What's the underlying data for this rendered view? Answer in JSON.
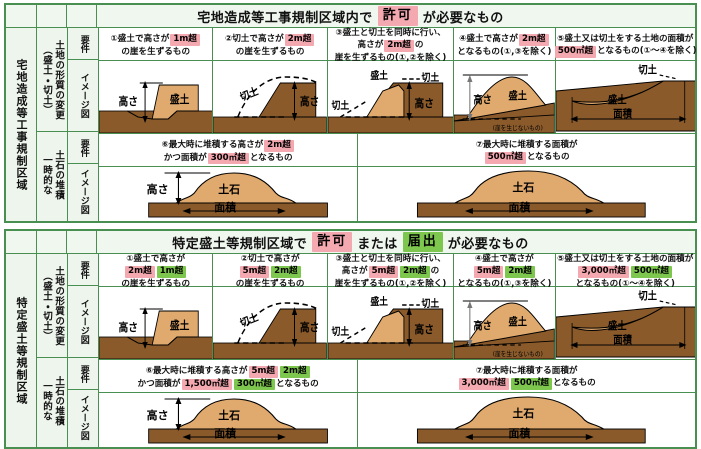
{
  "sections": [
    {
      "id": "takuchi",
      "banner": {
        "pre": "宅地造成等工事規制区域内で",
        "badge": "許可",
        "badge_color": "#f4a8b0",
        "post": "が必要なもの"
      },
      "area_label": "宅地造成等工事規制区域",
      "kind_labels": {
        "form_change": "土地の形質の変更（盛土・切土）",
        "form_change_main": "土地の形質の変更",
        "form_change_sub": "（盛土・切土）",
        "temporary": "一時的な土石の堆積",
        "temporary_main": "一時的な",
        "temporary_sub": "土石の堆積"
      },
      "row_labels": {
        "requirement": "要件",
        "image": "イメージ図"
      },
      "conditions": [
        {
          "no": "①",
          "lines": [
            [
              {
                "t": "①盛土で高さが",
                "k": "plain"
              },
              {
                "t": "1m超",
                "k": "pink"
              }
            ],
            [
              {
                "t": "の崖を生ずるもの",
                "k": "plain"
              }
            ]
          ],
          "figure": "embankment-height"
        },
        {
          "no": "②",
          "lines": [
            [
              {
                "t": "②切土で高さが",
                "k": "plain"
              },
              {
                "t": "2m超",
                "k": "pink"
              }
            ],
            [
              {
                "t": "の崖を生ずるもの",
                "k": "plain"
              }
            ]
          ],
          "figure": "cut-height"
        },
        {
          "no": "③",
          "lines": [
            [
              {
                "t": "③盛土と切土を同時に行い、",
                "k": "plain"
              }
            ],
            [
              {
                "t": "高さが",
                "k": "plain"
              },
              {
                "t": "2m超",
                "k": "pink"
              },
              {
                "t": "の",
                "k": "plain"
              }
            ],
            [
              {
                "t": "崖を生ずるもの(①,②を除く)",
                "k": "plain"
              }
            ]
          ],
          "figure": "combined-height"
        },
        {
          "no": "④",
          "lines": [
            [
              {
                "t": "④盛土で高さが",
                "k": "plain"
              },
              {
                "t": "2m超",
                "k": "pink"
              }
            ],
            [
              {
                "t": "となるもの(①,③を除く)",
                "k": "plain"
              }
            ]
          ],
          "figure": "embankment-nocliff"
        },
        {
          "no": "⑤",
          "lines": [
            [
              {
                "t": "⑤盛土又は切土をする土地の面積が",
                "k": "plain"
              }
            ],
            [
              {
                "t": "500㎡超",
                "k": "pink"
              },
              {
                "t": "となるもの(①～④を除く)",
                "k": "plain"
              }
            ]
          ],
          "figure": "area-plan"
        }
      ],
      "temporary_conditions": [
        {
          "no": "⑥",
          "lines": [
            [
              {
                "t": "⑥最大時に堆積する高さが",
                "k": "plain"
              },
              {
                "t": "2m超",
                "k": "pink"
              }
            ],
            [
              {
                "t": "かつ面積が",
                "k": "plain"
              },
              {
                "t": "300㎡超",
                "k": "pink"
              },
              {
                "t": "となるもの",
                "k": "plain"
              }
            ]
          ],
          "figure": "pile-height-area"
        },
        {
          "no": "⑦",
          "lines": [
            [
              {
                "t": "⑦最大時に堆積する面積が",
                "k": "plain"
              }
            ],
            [
              {
                "t": "500㎡超",
                "k": "pink"
              },
              {
                "t": "となるもの",
                "k": "plain"
              }
            ]
          ],
          "figure": "pile-area"
        }
      ]
    },
    {
      "id": "tokutei",
      "banner": {
        "pre": "特定盛土等規制区域で",
        "badge": "許可",
        "badge_color": "#f4a8b0",
        "mid": "または",
        "badge2": "届出",
        "badge2_color": "#7ec74f",
        "post": "が必要なもの"
      },
      "area_label": "特定盛土等規制区域",
      "kind_labels": {
        "form_change_main": "土地の形質の変更",
        "form_change_sub": "（盛土・切土）",
        "temporary_main": "一時的な",
        "temporary_sub": "土石の堆積"
      },
      "row_labels": {
        "requirement": "要件",
        "image": "イメージ図"
      },
      "conditions": [
        {
          "no": "①",
          "lines": [
            [
              {
                "t": "①盛土で高さが",
                "k": "plain"
              }
            ],
            [
              {
                "t": "2m超",
                "k": "pink"
              },
              {
                "t": "1m超",
                "k": "green"
              }
            ],
            [
              {
                "t": "の崖を生ずるもの",
                "k": "plain"
              }
            ]
          ],
          "figure": "embankment-height"
        },
        {
          "no": "②",
          "lines": [
            [
              {
                "t": "②切土で高さが",
                "k": "plain"
              }
            ],
            [
              {
                "t": "5m超",
                "k": "pink"
              },
              {
                "t": "2m超",
                "k": "green"
              }
            ],
            [
              {
                "t": "の崖を生ずるもの",
                "k": "plain"
              }
            ]
          ],
          "figure": "cut-height"
        },
        {
          "no": "③",
          "lines": [
            [
              {
                "t": "③盛土と切土を同時に行い、",
                "k": "plain"
              }
            ],
            [
              {
                "t": "高さが",
                "k": "plain"
              },
              {
                "t": "5m超",
                "k": "pink"
              },
              {
                "t": "2m超",
                "k": "green"
              },
              {
                "t": "の",
                "k": "plain"
              }
            ],
            [
              {
                "t": "崖を生ずるもの(①,②を除く)",
                "k": "plain"
              }
            ]
          ],
          "figure": "combined-height"
        },
        {
          "no": "④",
          "lines": [
            [
              {
                "t": "④盛土で高さが",
                "k": "plain"
              }
            ],
            [
              {
                "t": "5m超",
                "k": "pink"
              },
              {
                "t": "2m超",
                "k": "green"
              }
            ],
            [
              {
                "t": "となるもの(①,③を除く)",
                "k": "plain"
              }
            ]
          ],
          "figure": "embankment-nocliff"
        },
        {
          "no": "⑤",
          "lines": [
            [
              {
                "t": "⑤盛土又は切土をする土地の面積が",
                "k": "plain"
              }
            ],
            [
              {
                "t": "3,000㎡超",
                "k": "pink"
              },
              {
                "t": "500㎡超",
                "k": "green"
              }
            ],
            [
              {
                "t": "となるもの(①～④を除く)",
                "k": "plain"
              }
            ]
          ],
          "figure": "area-plan"
        }
      ],
      "temporary_conditions": [
        {
          "no": "⑥",
          "lines": [
            [
              {
                "t": "⑥最大時に堆積する高さが",
                "k": "plain"
              },
              {
                "t": "5m超",
                "k": "pink"
              },
              {
                "t": "2m超",
                "k": "green"
              }
            ],
            [
              {
                "t": "かつ面積が",
                "k": "plain"
              },
              {
                "t": "1,500㎡超",
                "k": "pink"
              },
              {
                "t": "300㎡超",
                "k": "green"
              },
              {
                "t": "となるもの",
                "k": "plain"
              }
            ]
          ],
          "figure": "pile-height-area"
        },
        {
          "no": "⑦",
          "lines": [
            [
              {
                "t": "⑦最大時に堆積する面積が",
                "k": "plain"
              }
            ],
            [
              {
                "t": "3,000㎡超",
                "k": "pink"
              },
              {
                "t": "500㎡超",
                "k": "green"
              },
              {
                "t": "となるもの",
                "k": "plain"
              }
            ]
          ],
          "figure": "pile-area"
        }
      ]
    }
  ],
  "figure_labels": {
    "height": "高さ",
    "fill": "盛土",
    "cut": "切土",
    "area": "面積",
    "soil_rock": "土石",
    "no_cliff": "(崖を生じないもの)"
  },
  "colors": {
    "border_green": "#4a8f52",
    "banner_bg": "#f0f7ef",
    "label_bg": "#eef5ed",
    "badge_pink": "#f4a8b0",
    "badge_green": "#7ec74f",
    "ground_dark": "#8a5a2b",
    "fill_light": "#e0a96d"
  }
}
